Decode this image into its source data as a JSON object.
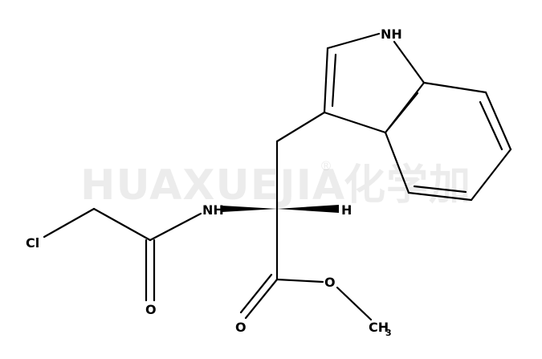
{
  "watermark": {
    "text": "HUAXUEJIA",
    "registered": "®",
    "cn_text": "化学加"
  },
  "atoms": {
    "nh_indole": "NH",
    "nh_amide": "NH",
    "h_stereo": "H",
    "cl": "Cl",
    "o_amide": "O",
    "o_carbonyl": "O",
    "o_ester": "O",
    "ch3_c": "CH",
    "ch3_sub": "3"
  }
}
